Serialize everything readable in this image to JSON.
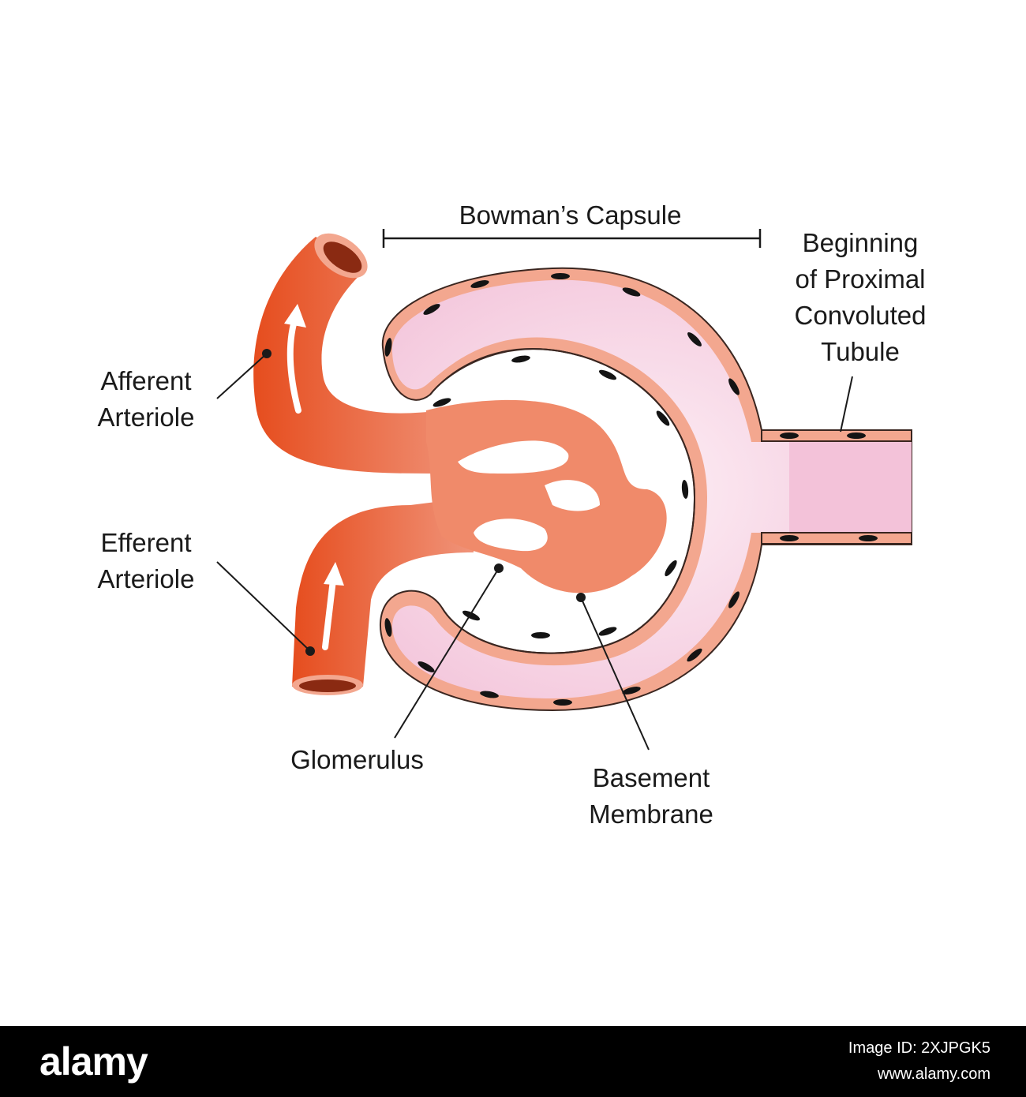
{
  "labels": {
    "bowmans_capsule": "Bowman’s Capsule",
    "proximal_tubule": [
      "Beginning",
      "of Proximal",
      "Convoluted",
      "Tubule"
    ],
    "afferent": [
      "Afferent",
      "Arteriole"
    ],
    "efferent": [
      "Efferent",
      "Arteriole"
    ],
    "glomerulus": "Glomerulus",
    "basement": [
      "Basement",
      "Membrane"
    ]
  },
  "footer": {
    "brand": "alamy",
    "image_id_line": "Image ID: 2XJPGK5",
    "site": "www.alamy.com"
  },
  "colors": {
    "capsule_wall": "#f3a78f",
    "capsule_inner": "#f7d6e6",
    "arteriole": "#e8552b",
    "glomerulus": "#f08a6a",
    "nucleus": "#141414"
  }
}
